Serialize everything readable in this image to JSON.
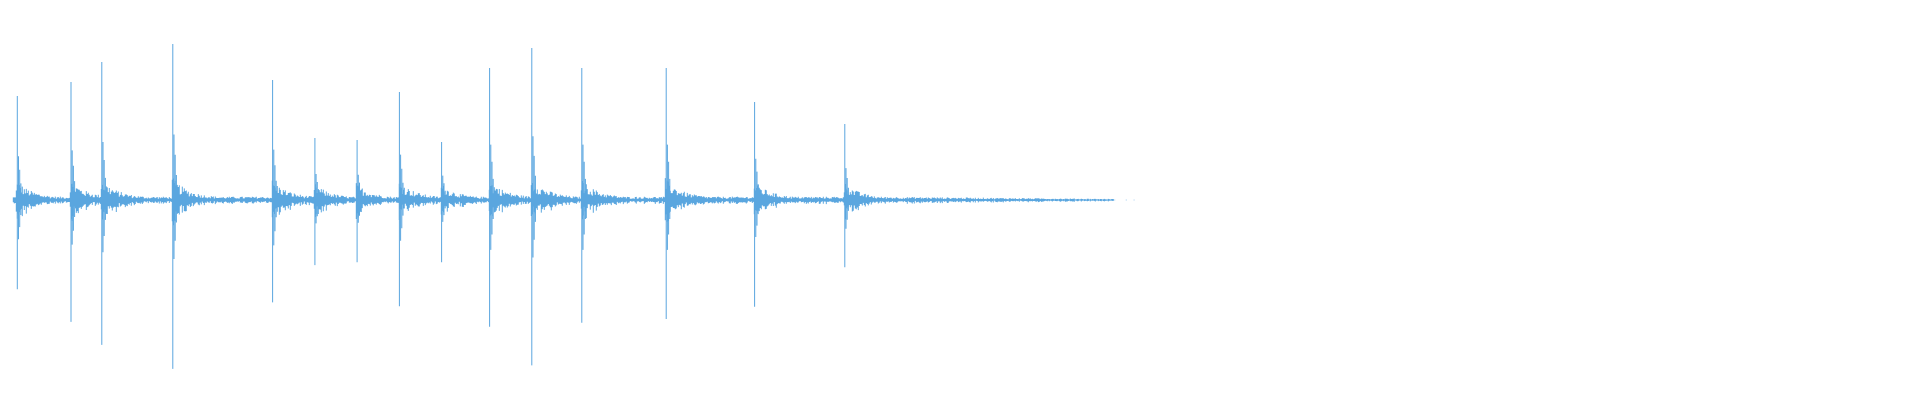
{
  "waveform": {
    "color": "#5aa6df",
    "transients": [
      {
        "t": 0.009,
        "amp": 0.52
      },
      {
        "t": 0.037,
        "amp": 0.59
      },
      {
        "t": 0.053,
        "amp": 0.69
      },
      {
        "t": 0.09,
        "amp": 0.78
      },
      {
        "t": 0.142,
        "amp": 0.6
      },
      {
        "t": 0.164,
        "amp": 0.31
      },
      {
        "t": 0.186,
        "amp": 0.3
      },
      {
        "t": 0.208,
        "amp": 0.54
      },
      {
        "t": 0.23,
        "amp": 0.29
      },
      {
        "t": 0.255,
        "amp": 0.66
      },
      {
        "t": 0.277,
        "amp": 0.76
      },
      {
        "t": 0.303,
        "amp": 0.66
      },
      {
        "t": 0.347,
        "amp": 0.66
      },
      {
        "t": 0.393,
        "amp": 0.49
      },
      {
        "t": 0.44,
        "amp": 0.38
      }
    ],
    "tail_end": 0.58
  }
}
